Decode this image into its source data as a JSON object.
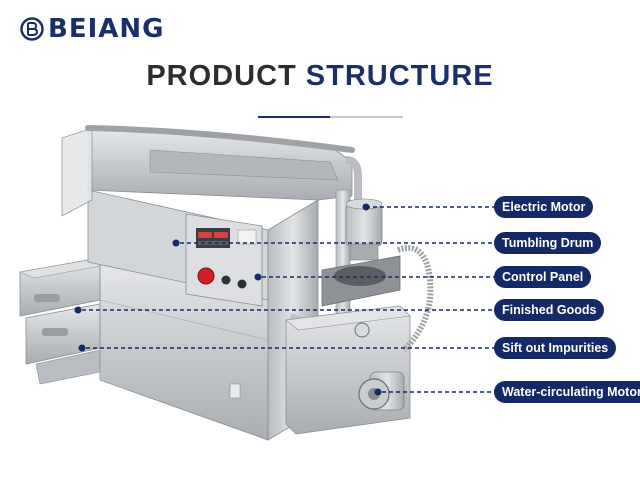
{
  "brand": {
    "name": "BEIANG"
  },
  "title": {
    "part1": "PRODUCT ",
    "part2": "STRUCTURE"
  },
  "colors": {
    "navy": "#142a66",
    "accent": "#1a2e6c",
    "steel": "#c9ccd0",
    "dark_text": "#2d2d2d"
  },
  "labels": [
    {
      "id": "electric-motor",
      "text": "Electric Motor"
    },
    {
      "id": "tumbling-drum",
      "text": "Tumbling Drum"
    },
    {
      "id": "control-panel",
      "text": "Control Panel"
    },
    {
      "id": "finished-goods",
      "text": "Finished Goods"
    },
    {
      "id": "sift-out-impurities",
      "text": "Sift out Impurities"
    },
    {
      "id": "water-circulating-motor",
      "text": "Water-circulating Motor"
    }
  ]
}
